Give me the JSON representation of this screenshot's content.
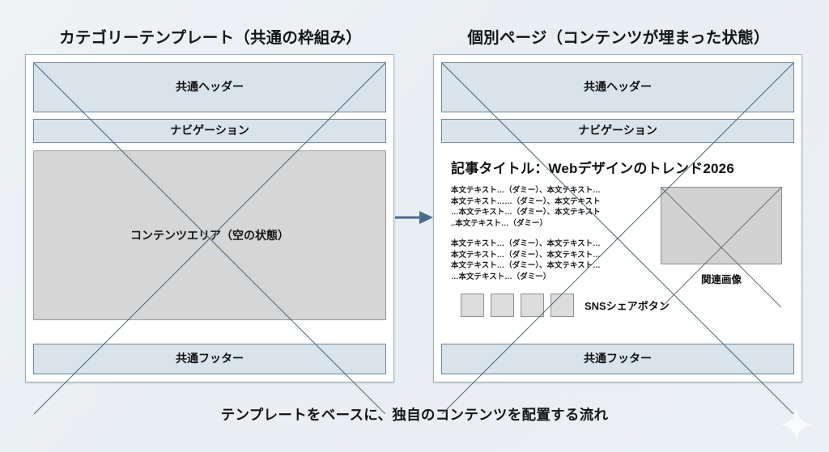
{
  "diagram": {
    "bottom_caption": "テンプレートをベースに、独自のコンテンツを配置する流れ",
    "arrow_name": "right-arrow",
    "colors": {
      "background": "#eef2f5",
      "wireframe_fill": "#d9e3ec",
      "wireframe_border": "#6d8598",
      "panel_border": "#9fb0bd",
      "empty_area_fill": "#d6d6d6",
      "arrow": "#4d6b86"
    }
  },
  "left_panel": {
    "title": "カテゴリーテンプレート（共通の枠組み）",
    "header_label": "共通ヘッダー",
    "nav_label": "ナビゲーション",
    "content_label": "コンテンツエリア（空の状態）",
    "footer_label": "共通フッター"
  },
  "right_panel": {
    "title": "個別ページ（コンテンツが埋まった状態）",
    "header_label": "共通ヘッダー",
    "nav_label": "ナビゲーション",
    "article_title": "記事タイトル：Webデザインのトレンド2026",
    "paragraphs": [
      {
        "lines": [
          "本文テキスト…（ダミー）、本文テキスト…",
          "本文テキスト……（ダミー）、本文テキスト",
          "…本文テキスト…（ダミー）、本文テキスト",
          "..本文テキスト…（ダミー）"
        ]
      },
      {
        "lines": [
          "本文テキスト…（ダミー）、本文テキスト…",
          "本文テキスト…（ダミー）、本文テキスト…",
          "本文テキスト…（ダミー）、本文テキスト…",
          "…本文テキスト…（ダミー）"
        ]
      }
    ],
    "image_caption": "関連画像",
    "sns_label": "SNSシェアボタン",
    "sns_button_count": 4,
    "footer_label": "共通フッター"
  }
}
